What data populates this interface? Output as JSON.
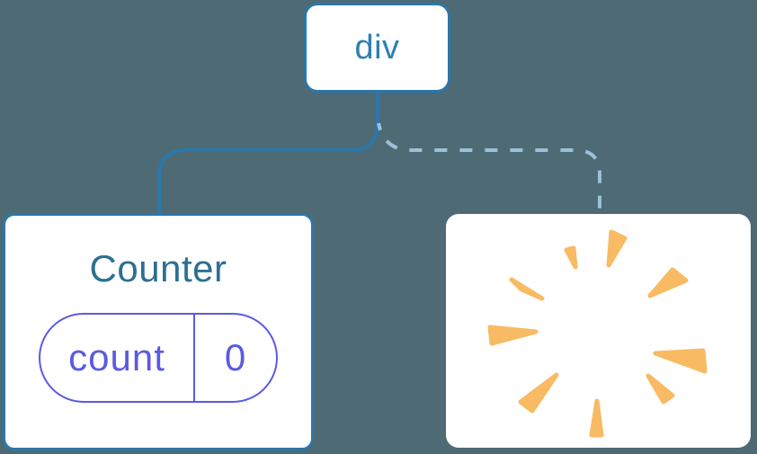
{
  "diagram": {
    "background_color": "#4e6a75",
    "root_node": {
      "label": "div"
    },
    "counter_node": {
      "title": "Counter",
      "state": {
        "key": "count",
        "value": "0"
      }
    },
    "removed_node": {
      "icon": "poof-burst-icon"
    },
    "connectors": [
      {
        "from": "div",
        "to": "Counter",
        "style": "solid"
      },
      {
        "from": "div",
        "to": "removed-node",
        "style": "dashed"
      }
    ],
    "colors": {
      "node_border": "#2b77ab",
      "node_label": "#2e7fb0",
      "counter_title": "#2d7090",
      "state_accent": "#5a5ae2",
      "connector_solid": "#2b77ab",
      "connector_dashed": "#9cc1d8",
      "burst_orange": "#f8ba63",
      "card_background": "#ffffff"
    }
  }
}
